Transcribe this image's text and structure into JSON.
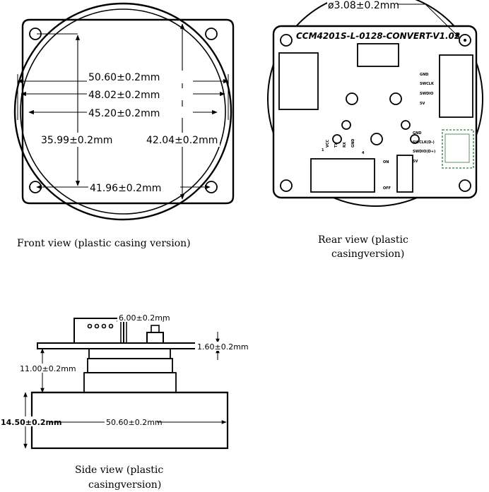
{
  "front_view": {
    "caption": "Front view (plastic casing version)",
    "dim_50_60": "50.60±0.2mm",
    "dim_48_02": "48.02±0.2mm",
    "dim_45_20": "45.20±0.2mm",
    "dim_35_99": "35.99±0.2mm",
    "dim_42_04": "42.04±0.2mm",
    "dim_41_96": "41.96±0.2mm"
  },
  "rear_view": {
    "caption_line1": "Rear view (plastic",
    "caption_line2": "casingversion)",
    "hole_dim": "ø3.08±0.2mm",
    "board_title": "CCM4201S-L-0128-CONVERT-V1.02",
    "right_pins_upper": [
      "GND",
      "SWCLK",
      "SWDIO",
      "5V"
    ],
    "right_pins_lower": [
      "GND",
      "SWCLK(D-)",
      "SWDIO(D+)",
      "5V"
    ],
    "vertical_pins": [
      "VCC",
      "TX",
      "RX",
      "GND"
    ],
    "pin_num_first": "1",
    "pin_num_last": "4",
    "switch_on": "ON",
    "switch_off": "OFF"
  },
  "side_view": {
    "caption_line1": "Side view (plastic",
    "caption_line2": "casingversion)",
    "dim_6_00": "6.00±0.2mm",
    "dim_1_60": "1.60±0.2mm",
    "dim_11_00": "11.00±0.2mm",
    "dim_14_50": "14.50±0.2mm",
    "dim_50_60": "50.60±0.2mm"
  }
}
